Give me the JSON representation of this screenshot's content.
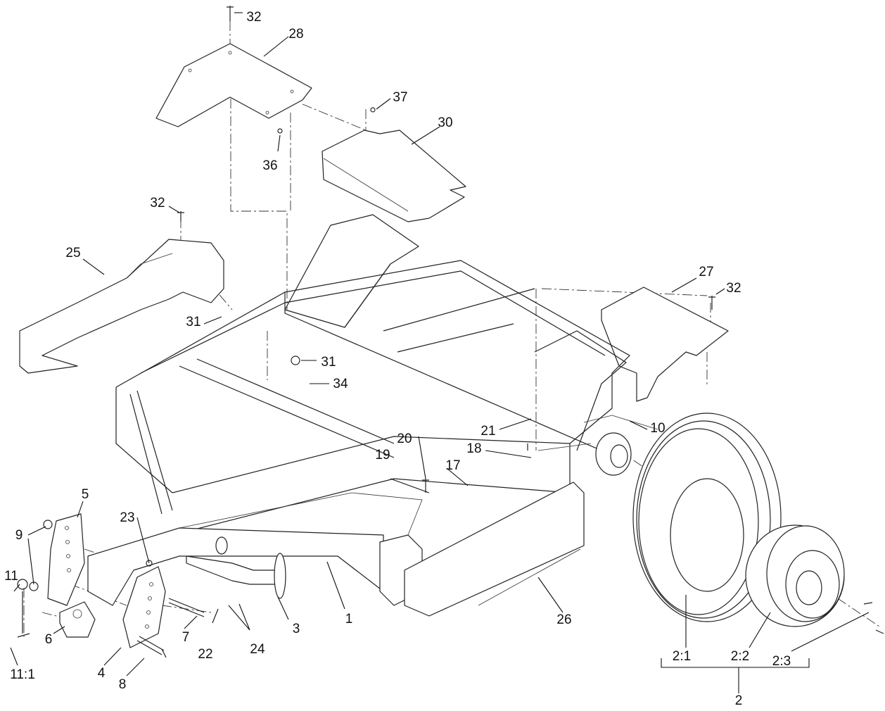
{
  "diagram": {
    "callouts": [
      "32",
      "28",
      "37",
      "30",
      "36",
      "32",
      "25",
      "27",
      "32",
      "31",
      "31",
      "34",
      "10",
      "21",
      "18",
      "20",
      "19",
      "17",
      "5",
      "23",
      "9",
      "11",
      "1",
      "3",
      "26",
      "7",
      "24",
      "22",
      "6",
      "4",
      "8",
      "11:1",
      "2:1",
      "2:2",
      "2:3",
      "2"
    ]
  }
}
